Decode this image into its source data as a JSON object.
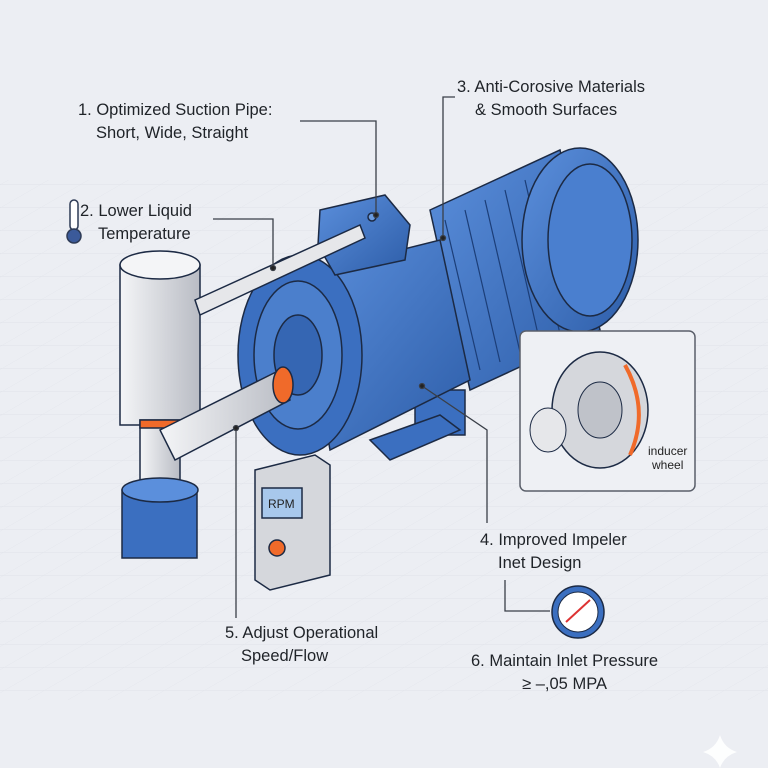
{
  "callouts": [
    {
      "line1": "1. Optimized Suction Pipe:",
      "line2": "Short, Wide, Straight"
    },
    {
      "line1": "2. Lower Liquid",
      "line2": "Temperature"
    },
    {
      "line1": "3. Anti-Corosive Materials",
      "line2": "& Smooth Surfaces"
    },
    {
      "line1": "4. Improved Impeler",
      "line2": "Inet Design"
    },
    {
      "line1": "5. Adjust Operational",
      "line2": "Speed/Flow"
    },
    {
      "line1": "6. Maintain Inlet Pressure",
      "line2": "≥ –,05 MPA"
    }
  ],
  "inset": {
    "label_line1": "inducer",
    "label_line2": "wheel"
  },
  "control_box": {
    "display": "RPM"
  },
  "colors": {
    "pump_blue": "#3b6fc0",
    "accent_orange": "#f06a2a",
    "pipe_gray": "#d9dbe0",
    "background": "#eceef3"
  }
}
